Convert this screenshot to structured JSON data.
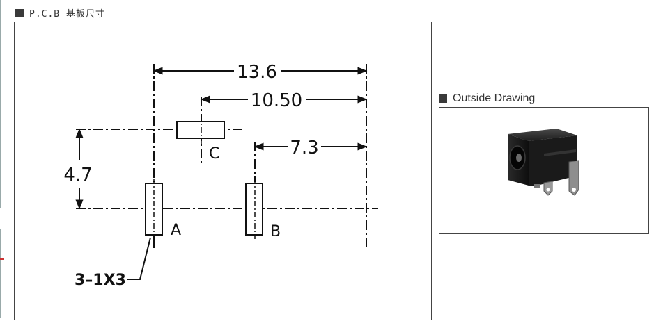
{
  "pcb_section": {
    "title": "P.C.B 基板尺寸",
    "dimensions": {
      "overall_width": "13.6",
      "c_offset": "10.50",
      "b_offset": "7.3",
      "height": "4.7"
    },
    "pins": {
      "a": "A",
      "b": "B",
      "c": "C"
    },
    "slot_note": "3–1X3"
  },
  "outside_section": {
    "title": "Outside Drawing",
    "image_icon": "dc-power-jack-photo"
  }
}
